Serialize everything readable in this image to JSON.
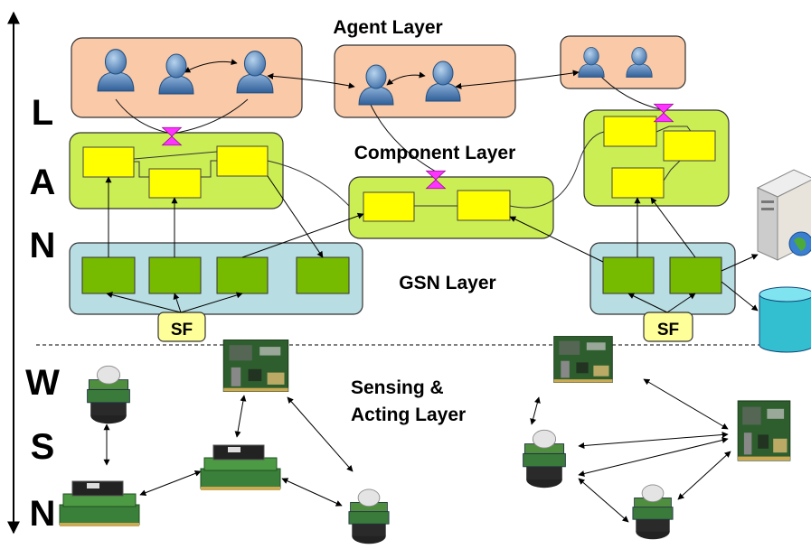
{
  "layers": {
    "agent": "Agent Layer",
    "component": "Component Layer",
    "gsn": "GSN Layer",
    "sensing_line1": "Sensing &",
    "sensing_line2": "Acting Layer"
  },
  "side_labels": {
    "lan": [
      "L",
      "A",
      "N"
    ],
    "wsn": [
      "W",
      "S",
      "N"
    ]
  },
  "sf_label": "SF",
  "colors": {
    "agent_box": "#f9c9a8",
    "component_box": "#ccee55",
    "gsn_box": "#b8dde2",
    "component_block": "#ffff00",
    "gsn_block": "#77bb00",
    "sf_box": "#ffff99",
    "connector": "#ff00ff"
  },
  "icons": [
    "user-icon",
    "server-icon",
    "database-icon",
    "sensor-board-icon"
  ]
}
